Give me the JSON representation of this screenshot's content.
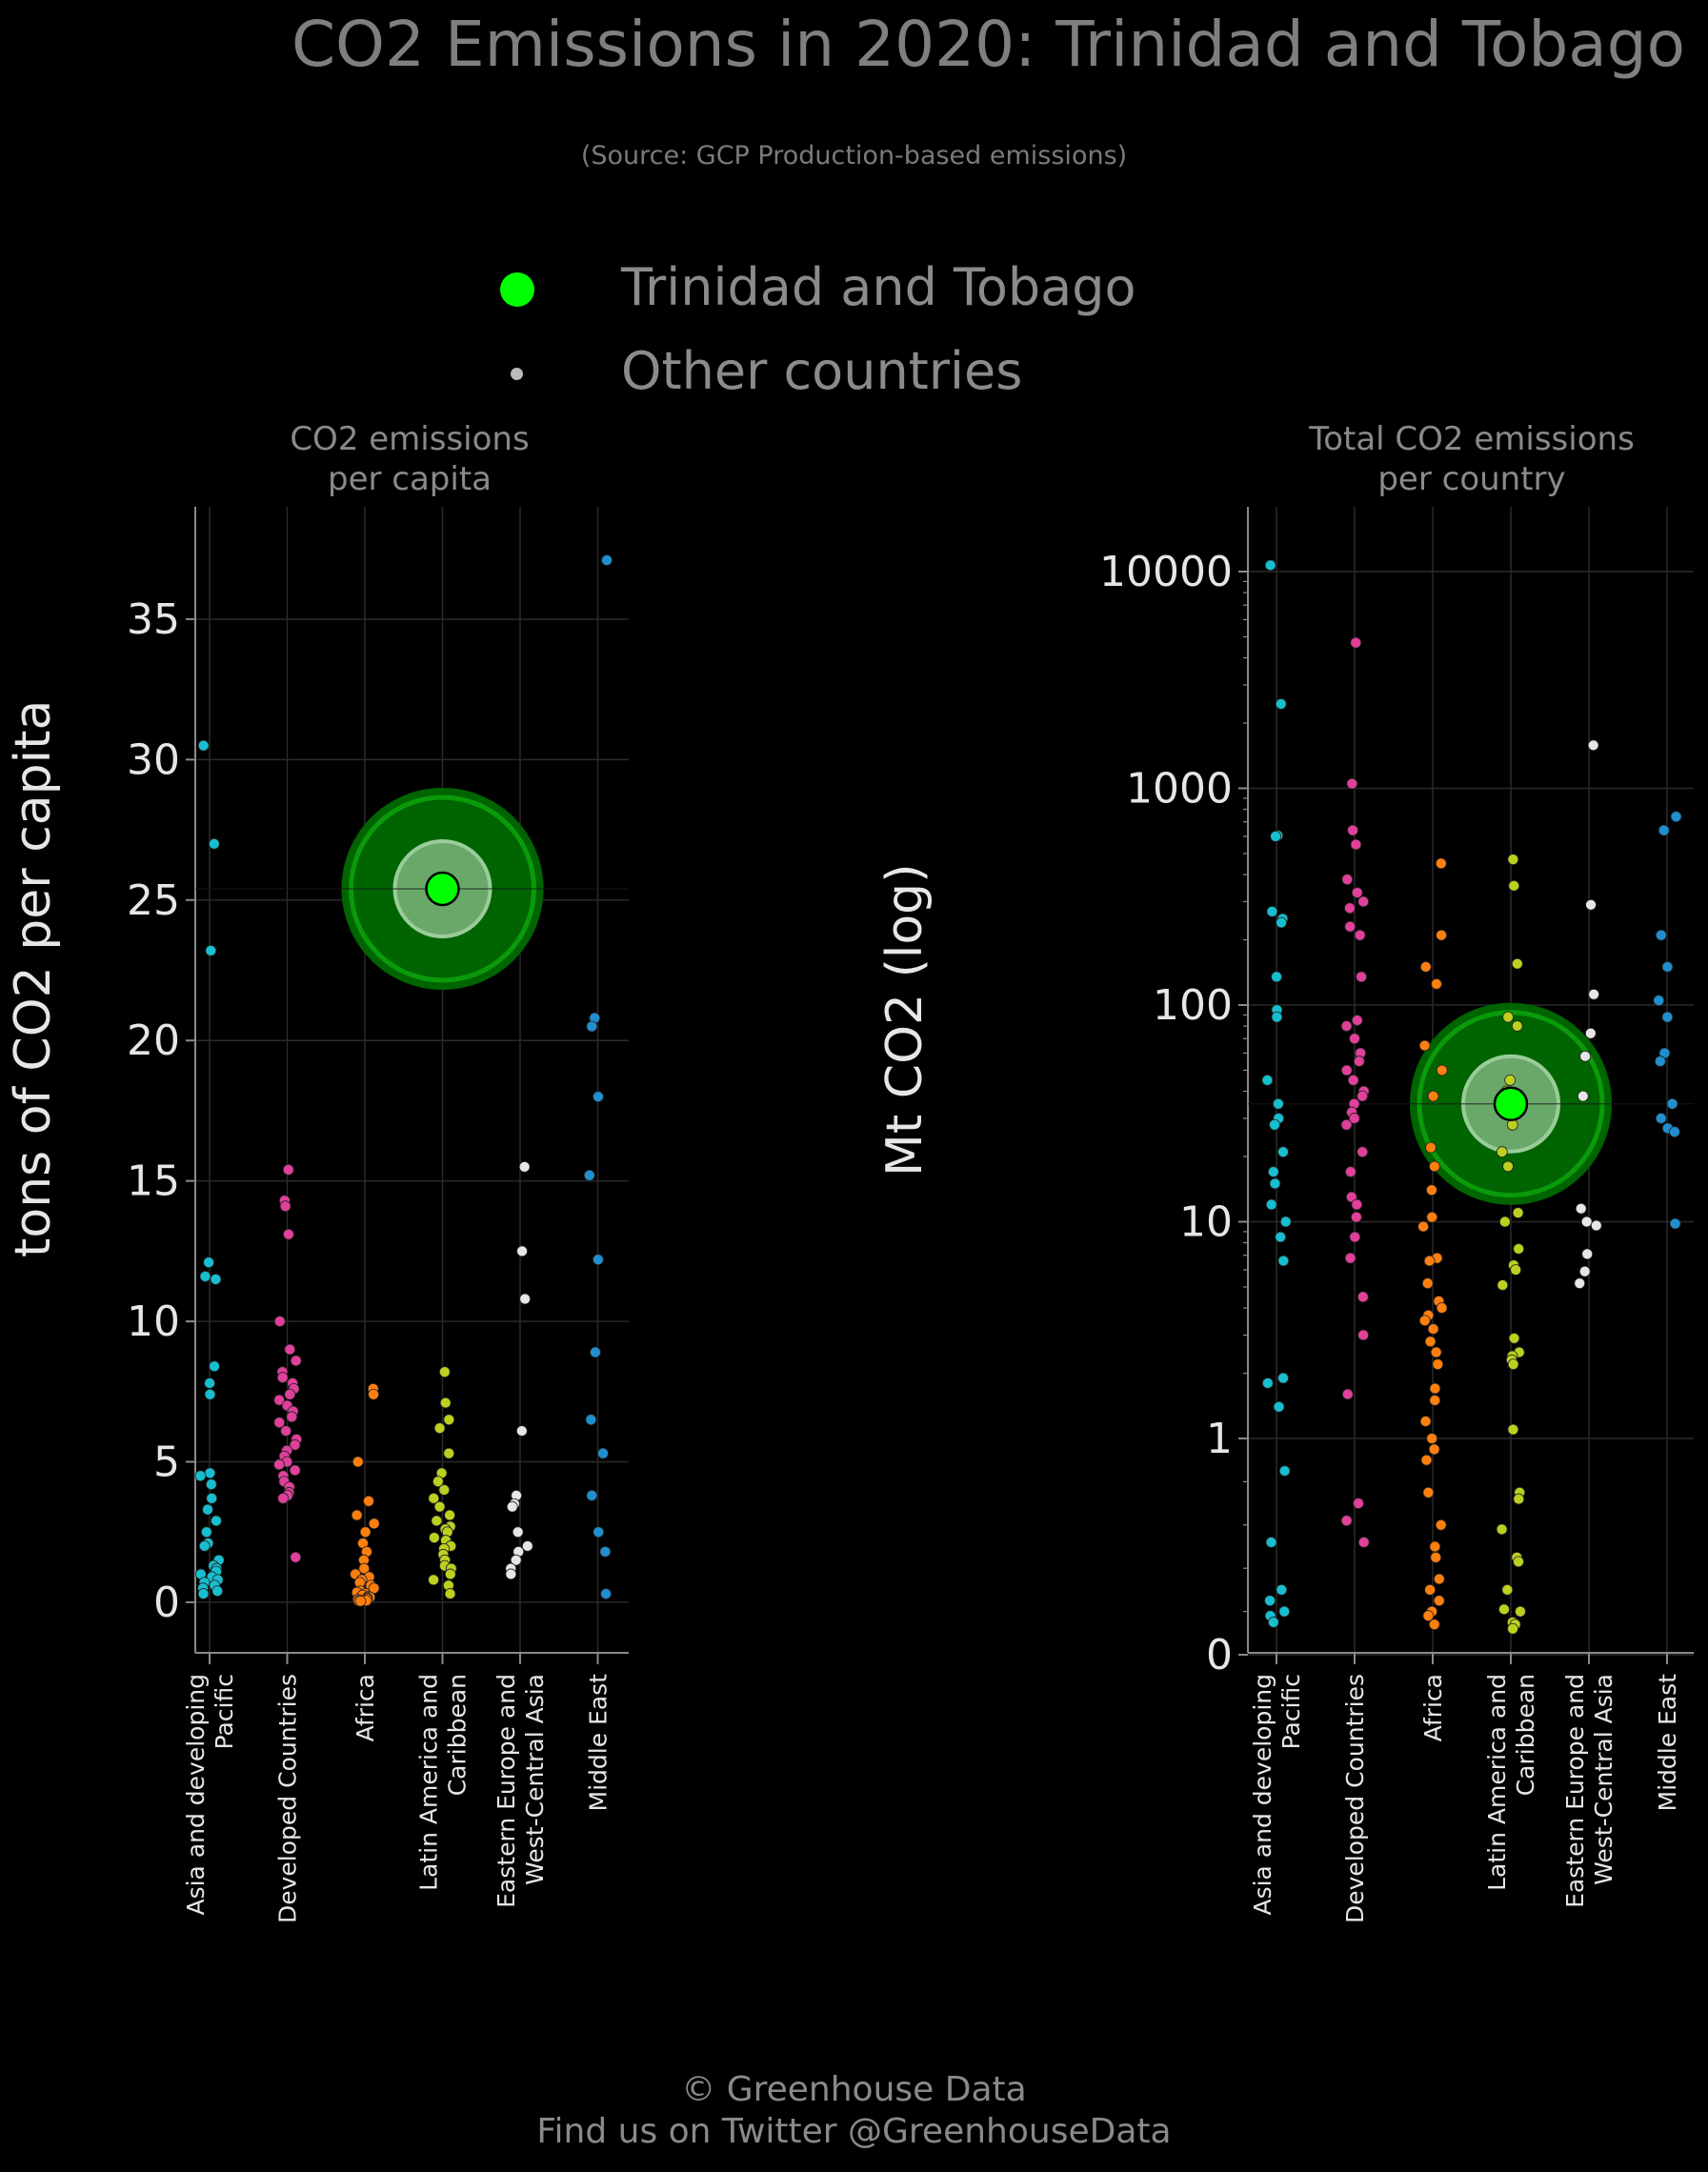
{
  "title": "CO2 Emissions in 2020: Trinidad and Tobago",
  "subtitle": "(Source: GCP Production-based emissions)",
  "legend": [
    {
      "label": "Trinidad and Tobago",
      "color": "#00ff00"
    },
    {
      "label": "Other countries",
      "color": "#bbbbbb"
    }
  ],
  "footer": {
    "line1": "© Greenhouse Data",
    "line2": "Find us on Twitter @GreenhouseData"
  },
  "colors": {
    "Asia and developing Pacific": "#17becf",
    "Developed Countries": "#e0409a",
    "Africa": "#ff7f0e",
    "Latin America and Caribbean": "#bcd020",
    "Eastern Europe and West-Central Asia": "#e6e6e6",
    "Middle East": "#1f8fd0",
    "highlight": "#00ff00"
  },
  "chart_data": [
    {
      "type": "scatter",
      "title": "CO2 emissions\nper capita",
      "ylabel": "tons of CO2 per capita",
      "yscale": "linear",
      "ylim": [
        -1.8,
        39
      ],
      "yticks": [
        0,
        5,
        10,
        15,
        20,
        25,
        30,
        35
      ],
      "grid": true,
      "categories": [
        "Asia and developing Pacific",
        "Developed Countries",
        "Africa",
        "Latin America and Caribbean",
        "Eastern Europe and West-Central Asia",
        "Middle East"
      ],
      "highlight": {
        "name": "Trinidad and Tobago",
        "category": "Latin America and Caribbean",
        "value": 25.4
      },
      "series": [
        {
          "category": "Asia and developing Pacific",
          "values": [
            30.5,
            27.0,
            23.2,
            12.1,
            11.6,
            11.5,
            8.4,
            7.8,
            7.4,
            4.6,
            4.5,
            4.2,
            3.7,
            3.3,
            2.9,
            2.5,
            2.1,
            2.0,
            1.5,
            1.3,
            1.2,
            1.1,
            1.0,
            0.9,
            0.8,
            0.7,
            0.6,
            0.5,
            0.4,
            0.3
          ]
        },
        {
          "category": "Developed Countries",
          "values": [
            15.4,
            14.3,
            14.1,
            13.1,
            10.0,
            9.0,
            8.6,
            8.2,
            8.0,
            7.8,
            7.6,
            7.4,
            7.2,
            7.0,
            6.8,
            6.6,
            6.4,
            6.1,
            5.8,
            5.6,
            5.4,
            5.2,
            5.0,
            4.9,
            4.7,
            4.5,
            4.3,
            4.1,
            3.9,
            3.8,
            3.7,
            1.6
          ]
        },
        {
          "category": "Africa",
          "values": [
            7.6,
            7.4,
            5.0,
            3.6,
            3.1,
            2.8,
            2.5,
            2.1,
            1.8,
            1.5,
            1.2,
            1.0,
            0.9,
            0.8,
            0.7,
            0.6,
            0.5,
            0.4,
            0.35,
            0.3,
            0.25,
            0.2,
            0.18,
            0.15,
            0.12,
            0.1,
            0.08,
            0.06,
            0.05,
            0.04
          ]
        },
        {
          "category": "Latin America and Caribbean",
          "values": [
            8.2,
            7.1,
            6.5,
            6.2,
            5.3,
            4.6,
            4.3,
            4.0,
            3.7,
            3.4,
            3.1,
            2.9,
            2.7,
            2.6,
            2.5,
            2.3,
            2.2,
            2.0,
            1.9,
            1.7,
            1.5,
            1.3,
            1.2,
            1.0,
            0.8,
            0.6,
            0.3
          ]
        },
        {
          "category": "Eastern Europe and West-Central Asia",
          "values": [
            15.5,
            12.5,
            10.8,
            6.1,
            3.8,
            3.5,
            3.4,
            2.5,
            2.0,
            1.8,
            1.5,
            1.2,
            1.0
          ]
        },
        {
          "category": "Middle East",
          "values": [
            37.1,
            20.8,
            20.5,
            18.0,
            15.2,
            12.2,
            8.9,
            6.5,
            5.3,
            3.8,
            2.5,
            1.8,
            0.3
          ]
        }
      ]
    },
    {
      "type": "scatter",
      "title": "Total CO2 emissions\nper country",
      "ylabel": "Mt CO2 (log)",
      "yscale": "log",
      "yticks": [
        0,
        1,
        10,
        100,
        1000,
        10000
      ],
      "grid": true,
      "categories": [
        "Asia and developing Pacific",
        "Developed Countries",
        "Africa",
        "Latin America and Caribbean",
        "Eastern Europe and West-Central Asia",
        "Middle East"
      ],
      "highlight": {
        "name": "Trinidad and Tobago",
        "category": "Latin America and Caribbean",
        "value": 35
      },
      "series": [
        {
          "category": "Asia and developing Pacific",
          "values": [
            10700,
            2450,
            605,
            600,
            270,
            250,
            240,
            135,
            95,
            88,
            45,
            35,
            30,
            28,
            21,
            17,
            15,
            12,
            10,
            8.5,
            6.6,
            1.9,
            1.8,
            1.4,
            0.85,
            0.52,
            0.3,
            0.25,
            0.2,
            0.18,
            0.15
          ]
        },
        {
          "category": "Developed Countries",
          "values": [
            4700,
            1050,
            640,
            550,
            380,
            330,
            300,
            280,
            230,
            210,
            135,
            85,
            80,
            70,
            60,
            55,
            50,
            45,
            40,
            38,
            35,
            32,
            30,
            28,
            21,
            17,
            13,
            12,
            10.5,
            8.5,
            6.8,
            4.5,
            3.0,
            1.6,
            0.7,
            0.62,
            0.52
          ]
        },
        {
          "category": "Africa",
          "values": [
            450,
            210,
            150,
            125,
            65,
            50,
            38,
            22,
            18,
            14,
            10.5,
            9.5,
            6.8,
            6.6,
            5.2,
            4.3,
            4.0,
            3.7,
            3.5,
            3.2,
            2.8,
            2.5,
            2.2,
            1.7,
            1.5,
            1.2,
            1.0,
            0.95,
            0.9,
            0.75,
            0.6,
            0.5,
            0.45,
            0.35,
            0.3,
            0.25,
            0.2,
            0.18,
            0.14
          ]
        },
        {
          "category": "Latin America and Caribbean",
          "values": [
            470,
            355,
            155,
            88,
            80,
            45,
            40,
            28,
            21,
            18,
            11,
            10,
            7.5,
            6.3,
            6.0,
            5.1,
            2.9,
            2.5,
            2.4,
            2.3,
            2.2,
            1.1,
            0.75,
            0.72,
            0.58,
            0.45,
            0.43,
            0.3,
            0.21,
            0.2,
            0.15,
            0.14,
            0.12
          ]
        },
        {
          "category": "Eastern Europe and West-Central Asia",
          "values": [
            1580,
            290,
            112,
            74,
            58,
            38,
            11.5,
            10.0,
            9.6,
            7.1,
            5.9,
            5.2
          ]
        },
        {
          "category": "Middle East",
          "values": [
            740,
            640,
            210,
            150,
            105,
            88,
            60,
            55,
            35,
            30,
            27,
            26,
            9.8
          ]
        }
      ]
    }
  ]
}
